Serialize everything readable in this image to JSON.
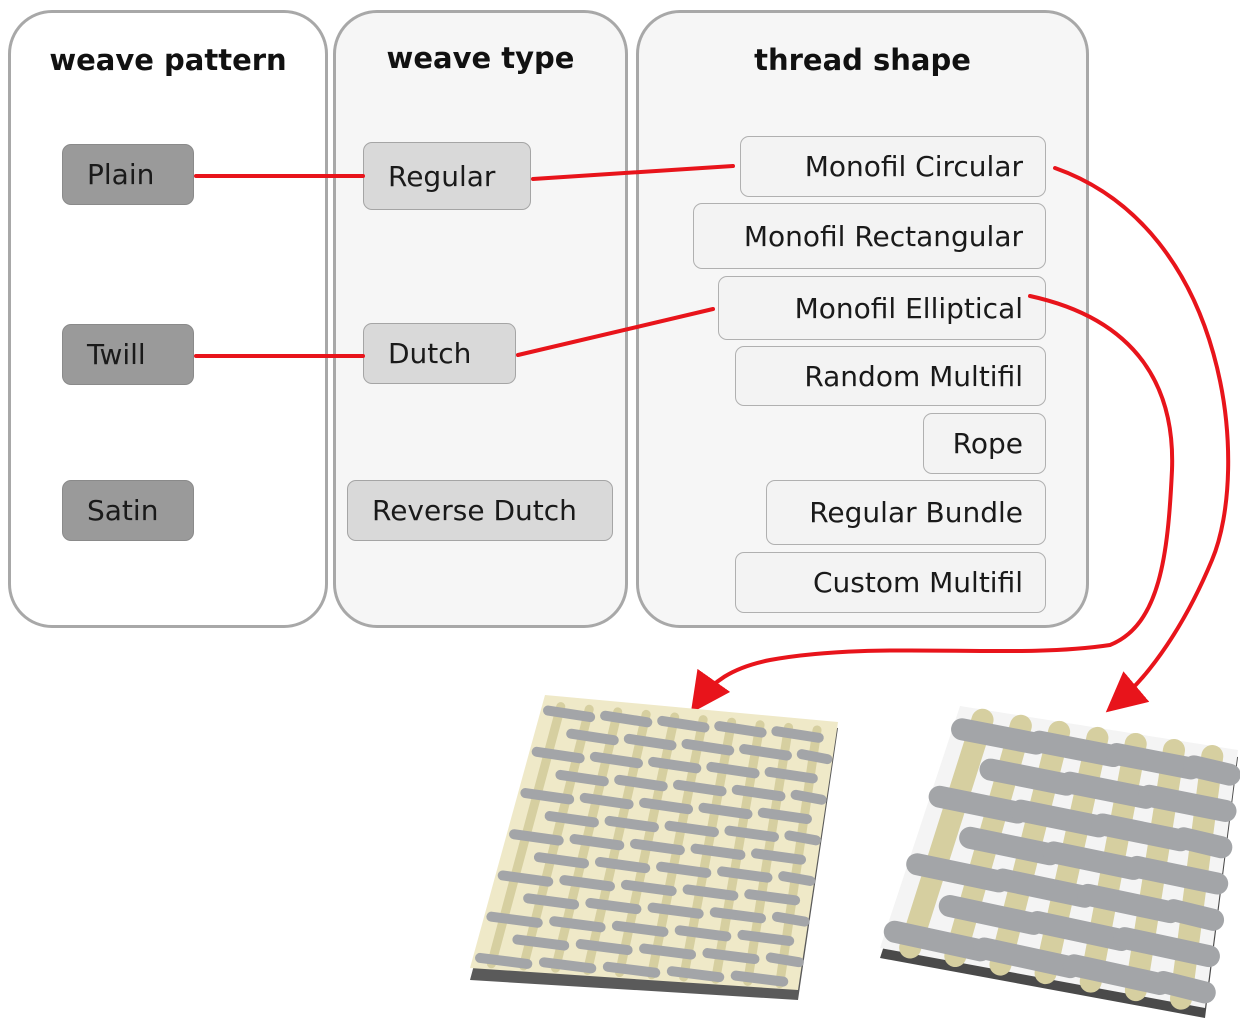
{
  "panels": {
    "weave_pattern": {
      "title": "weave pattern",
      "options": [
        "Plain",
        "Twill",
        "Satin"
      ]
    },
    "weave_type": {
      "title": "weave type",
      "options": [
        "Regular",
        "Dutch",
        "Reverse Dutch"
      ]
    },
    "thread_shape": {
      "title": "thread shape",
      "options": [
        "Monofil Circular",
        "Monofil Rectangular",
        "Monofil Elliptical",
        "Random Multifil",
        "Rope",
        "Regular Bundle",
        "Custom Multifil"
      ]
    }
  },
  "connections": [
    {
      "pattern": "Plain",
      "type": "Regular",
      "shape": "Monofil Circular",
      "result": "right-weave-render"
    },
    {
      "pattern": "Twill",
      "type": "Dutch",
      "shape": "Monofil Elliptical",
      "result": "left-weave-render"
    }
  ],
  "colors": {
    "connector": "#e8141b",
    "panel_border": "#a8a8a8",
    "panel_fill": "#f6f6f6",
    "pattern_box": "#9a9a9a",
    "type_box": "#d9d9d9",
    "shape_box": "#f3f3f3",
    "warp_thread": "#d6cfa0",
    "weft_thread": "#a3a5a8",
    "render_shadow": "#4a4a4a"
  }
}
